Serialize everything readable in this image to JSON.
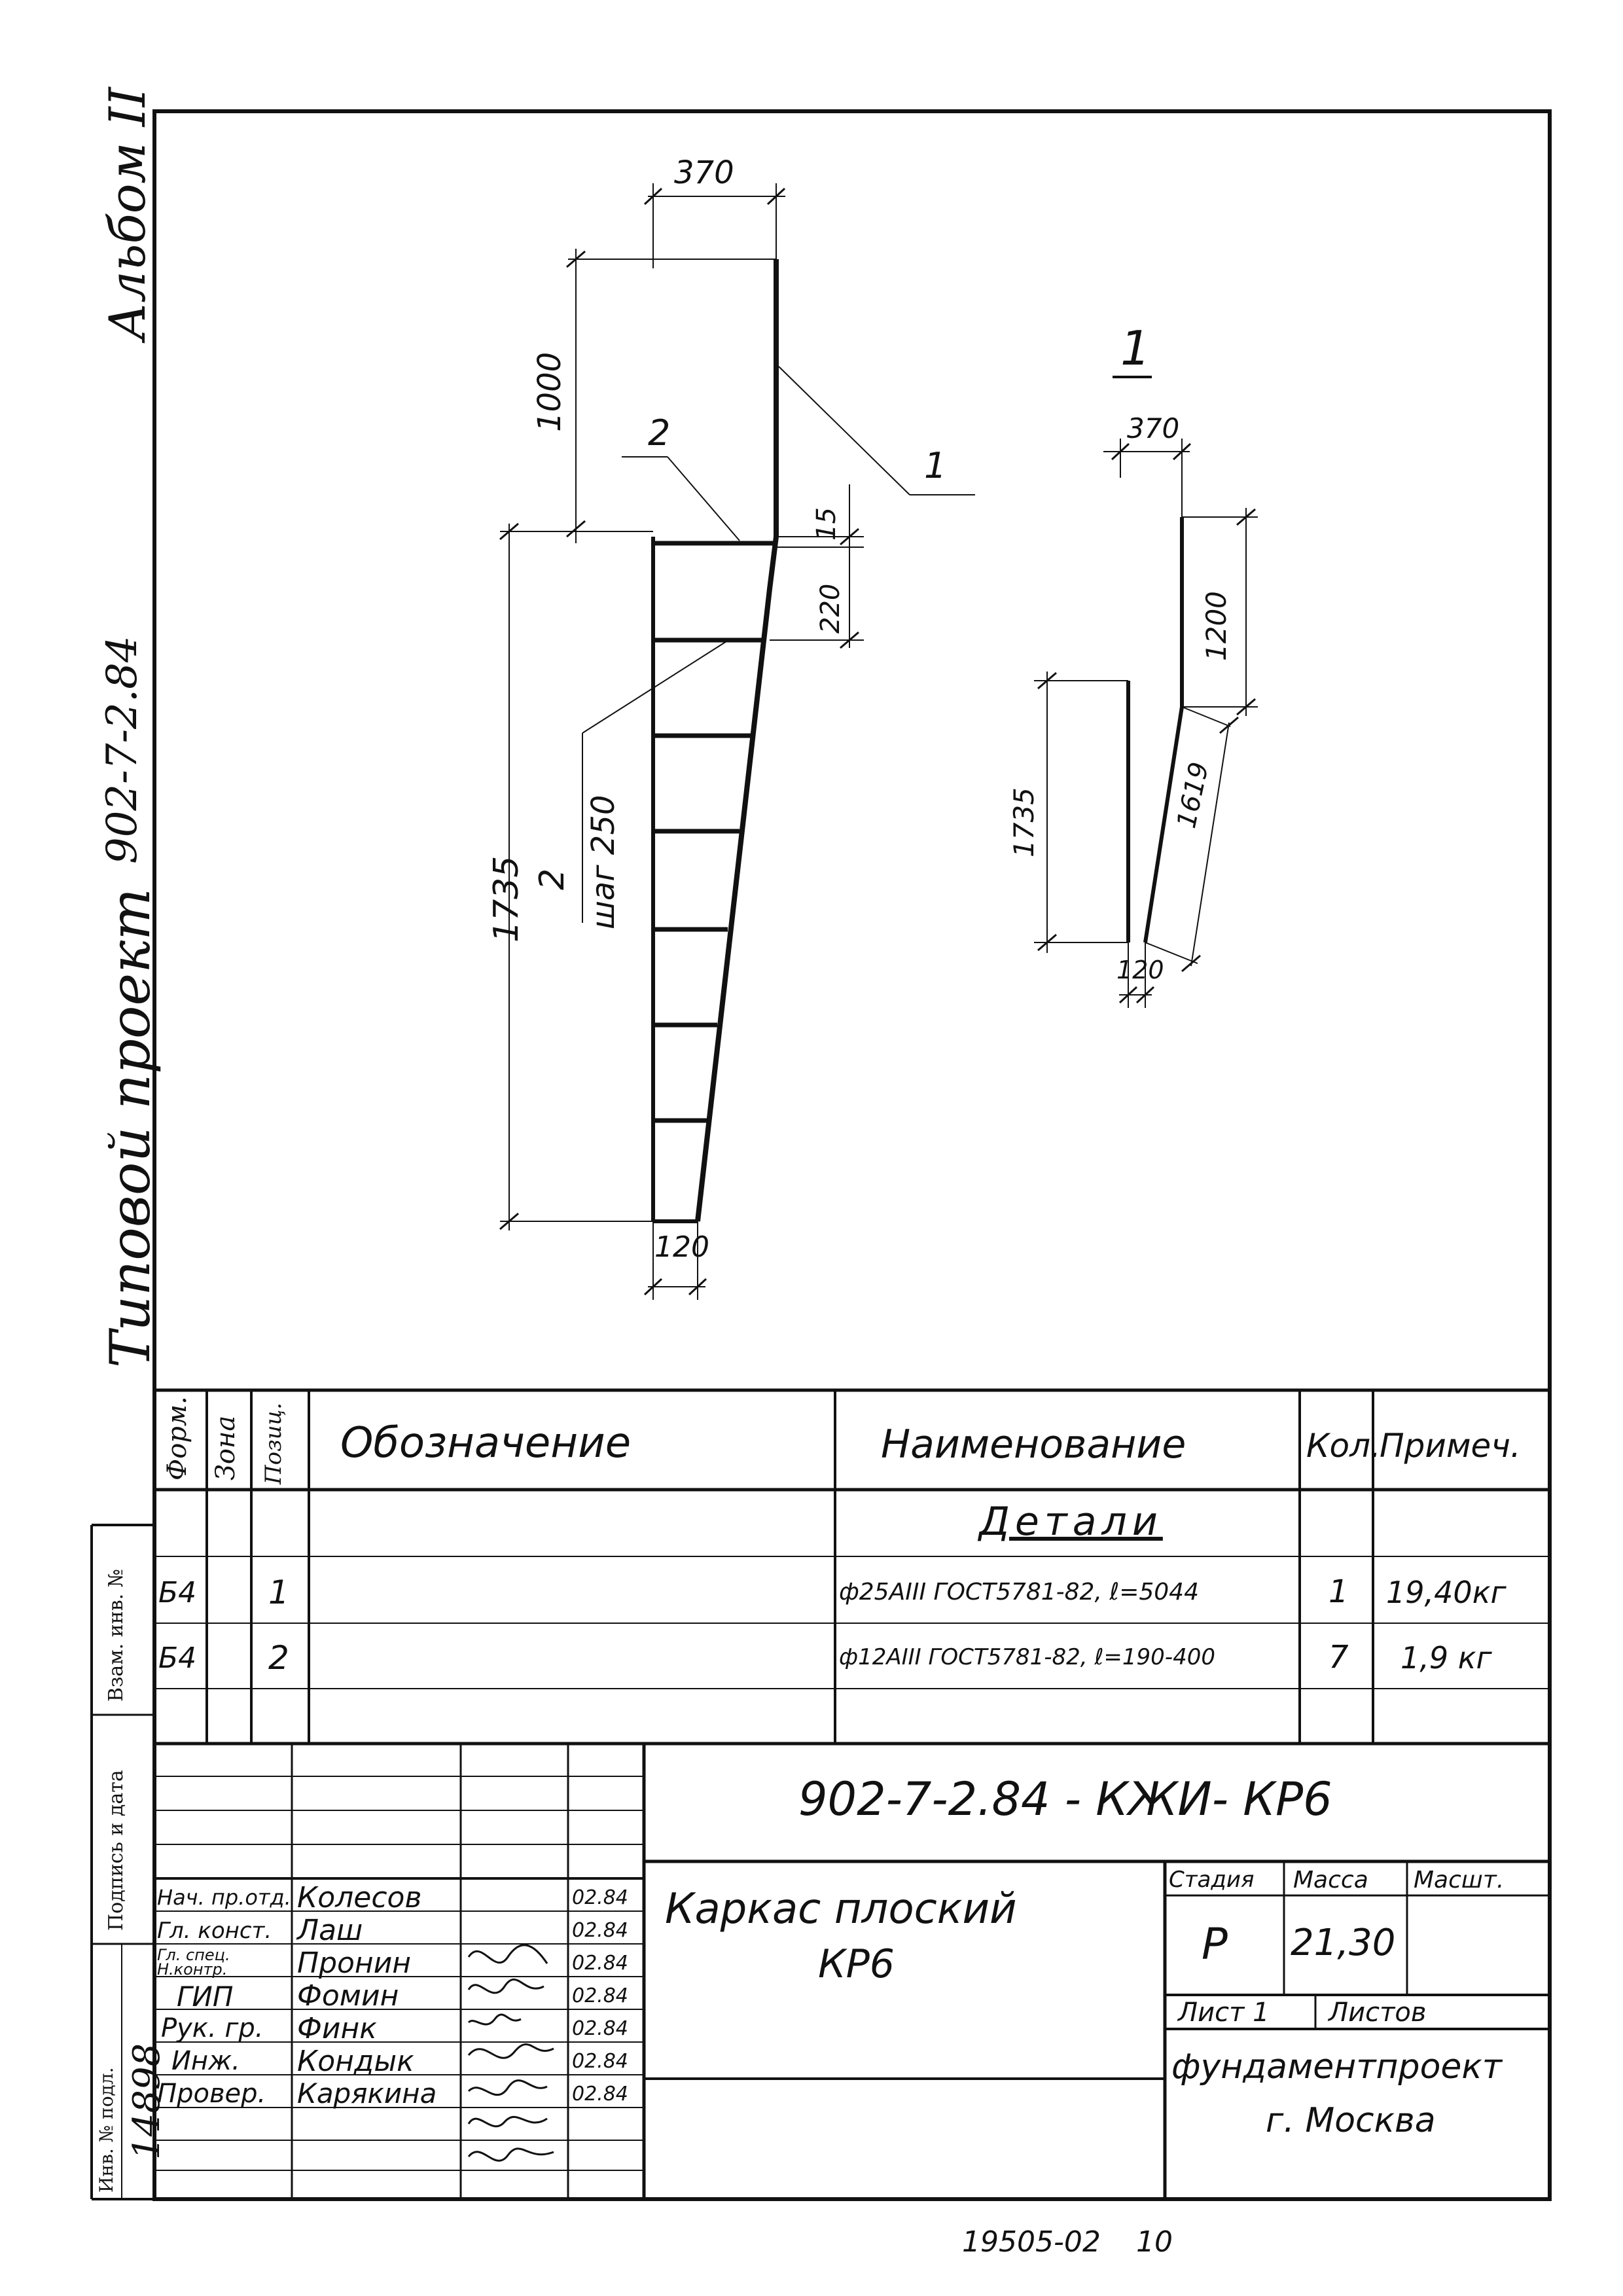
{
  "side_header": {
    "album": "Альбом II",
    "project_code": "902-7-2.84",
    "project_type": "Типовой проект"
  },
  "drawing": {
    "main_view": {
      "dim_top": "370",
      "dim_upper": "1000",
      "dim_lower": "1735",
      "dim_15": "15",
      "dim_220": "220",
      "dim_bottom": "120",
      "label_pos1": "1",
      "label_pos2": "2",
      "label_pos2_step_num": "2",
      "label_pos2_step": "шаг 250"
    },
    "detail_view": {
      "title": "1",
      "dim_top": "370",
      "dim_1200": "1200",
      "dim_1735": "1735",
      "dim_1619": "1619",
      "dim_bottom": "120"
    }
  },
  "spec_table": {
    "headers": {
      "format": "Форм.",
      "zone": "Зона",
      "position": "Позиц.",
      "designation": "Обозначение",
      "name": "Наименование",
      "qty": "Кол.",
      "note": "Примеч."
    },
    "section_title": "Детали",
    "rows": [
      {
        "format": "Б4",
        "pos": "1",
        "name": "ф25АIII ГОСТ5781-82, ℓ=5044",
        "qty": "1",
        "note": "19,40кг"
      },
      {
        "format": "Б4",
        "pos": "2",
        "name": "ф12АIII ГОСТ5781-82, ℓ=190-400",
        "qty": "7",
        "note": "1,9 кг"
      }
    ]
  },
  "title_block": {
    "doc_code": "902-7-2.84 - КЖИ- КР6",
    "title_line1": "Каркас плоский",
    "title_line2": "КР6",
    "stage_label": "Стадия",
    "mass_label": "Масса",
    "scale_label": "Масшт.",
    "stage": "Р",
    "mass": "21,30",
    "sheet": "Лист 1",
    "sheets": "Листов",
    "org_line1": "фундаментпроект",
    "org_line2": "г. Москва",
    "people": [
      {
        "role": "Нач. пр.отд.",
        "name": "Колесов",
        "date": "02.84"
      },
      {
        "role": "Гл. конст.",
        "name": "Лаш",
        "date": "02.84"
      },
      {
        "role": "Гл. спец. Н.контр.",
        "name": "Пронин",
        "date": "02.84"
      },
      {
        "role": "ГИП",
        "name": "Фомин",
        "date": "02.84"
      },
      {
        "role": "Рук. гр.",
        "name": "Финк",
        "date": "02.84"
      },
      {
        "role": "Инж.",
        "name": "Кондык",
        "date": "02.84"
      },
      {
        "role": "Провер.",
        "name": "Карякина",
        "date": "02.84"
      }
    ]
  },
  "left_strip": {
    "inv_podl": "Инв. № подл.",
    "inv_value": "14898",
    "podpis_data": "Подпись и дата",
    "vzam_inv": "Взам. инв. №"
  },
  "footer": {
    "code": "19505-02",
    "page": "10"
  }
}
